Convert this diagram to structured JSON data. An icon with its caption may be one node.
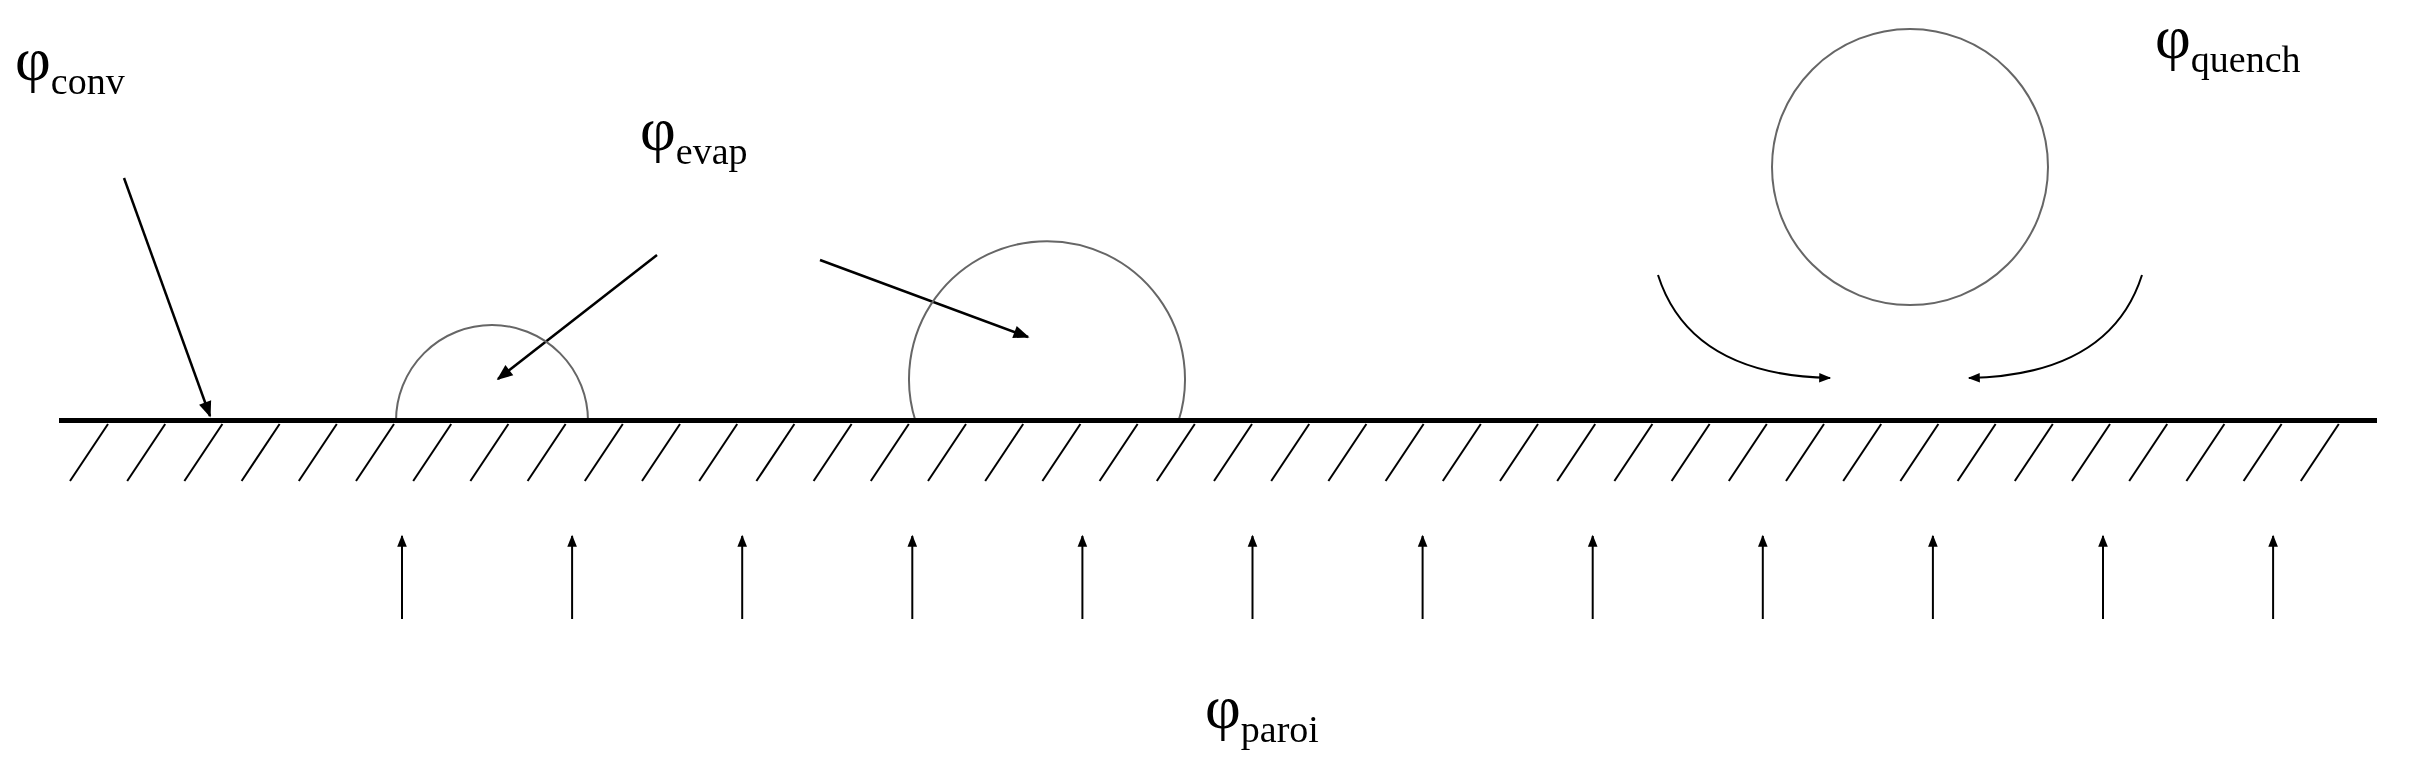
{
  "diagram": {
    "nodes": [
      {
        "text": [
          "φ$_{conv}$"
        ]
      },
      {
        "text": [
          "φ$_{evap}$"
        ]
      },
      {
        "text": [],
        "shape": "circle"
      },
      {
        "text": [],
        "shape": "circle"
      },
      {
        "text": [],
        "shape": "circle"
      },
      {
        "text": [],
        "shape": "bar"
      }
    ],
    "edges": [
      {
        "from": 0,
        "to": 5,
        "arrow": "to"
      },
      {
        "from": 1,
        "to": 2,
        "arrow": "to"
      },
      {
        "from": 1,
        "to": 3,
        "arrow": "to"
      }
    ],
    "labels": [
      "φ$_{quench}$",
      "φ$_{paroi}$"
    ]
  }
}
